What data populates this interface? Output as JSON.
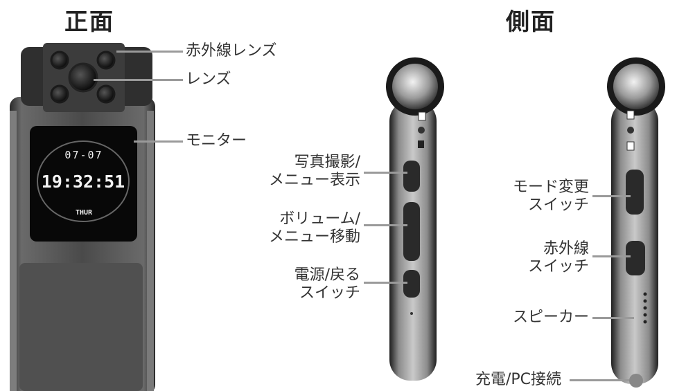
{
  "front": {
    "title": "正面",
    "labels": {
      "ir_lens": "赤外線レンズ",
      "lens": "レンズ",
      "monitor": "モニター"
    },
    "screen": {
      "date": "07-07",
      "time": "19:32:51",
      "day": "THUR"
    }
  },
  "side": {
    "title": "側面",
    "left_labels": {
      "photo_l1": "写真撮影/",
      "photo_l2": "メニュー表示",
      "volume_l1": "ボリューム/",
      "volume_l2": "メニュー移動",
      "power_l1": "電源/戻る",
      "power_l2": "スイッチ"
    },
    "right_labels": {
      "mode_l1": "モード変更",
      "mode_l2": "スイッチ",
      "ir_l1": "赤外線",
      "ir_l2": "スイッチ",
      "speaker": "スピーカー",
      "charge": "充電/PC接続"
    }
  }
}
